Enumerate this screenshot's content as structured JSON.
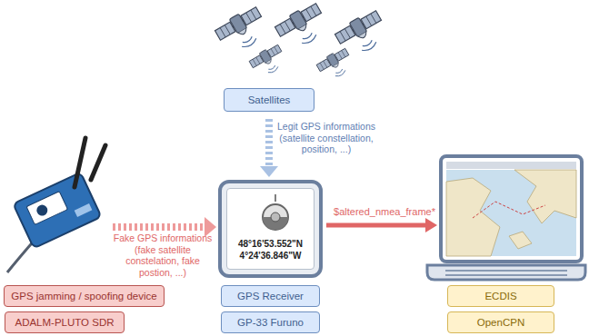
{
  "diagram": {
    "nodes": [
      {
        "text": [
          "Satellites"
        ]
      },
      {
        "text": [
          "48°16'53.552\"N",
          "4°24'36.846\"W"
        ]
      },
      {
        "text": [
          "GPS Receiver"
        ]
      },
      {
        "text": [
          "GP-33 Furuno"
        ]
      },
      {
        "text": [
          "GPS jamming / spoofing device"
        ]
      },
      {
        "text": [
          "ADALM-PLUTO SDR"
        ]
      },
      {
        "text": [
          "ECDIS"
        ]
      },
      {
        "text": [
          "OpenCPN"
        ]
      }
    ],
    "edges": [
      {
        "from": 0,
        "to": 1,
        "arrow": "to",
        "label": "Legit GPS informations (satellite constellation, position, ...)"
      }
    ],
    "labels": [
      "Fake GPS informations (fake satellite constelation, fake postion, ...)",
      "$altered_nmea_frame*"
    ]
  }
}
